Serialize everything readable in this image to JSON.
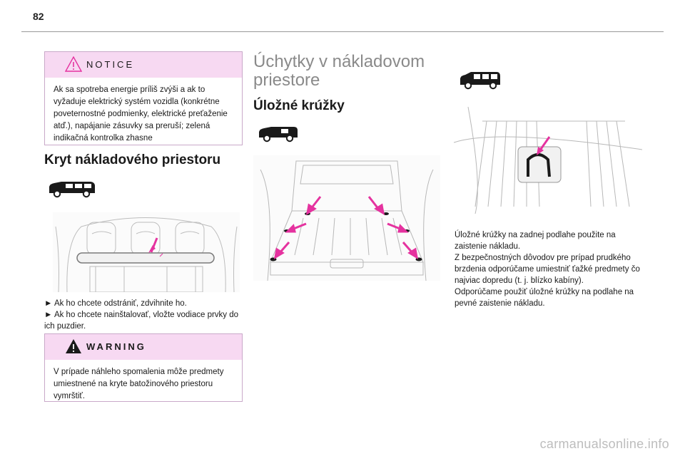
{
  "page": {
    "number": "82"
  },
  "notice": {
    "title": "NOTICE",
    "text": "Ak sa spotreba energie príliš zvýši a ak to vyžaduje elektrický systém vozidla (konkrétne poveternostné podmienky, elektrické preťaženie atď.), napájanie zásuvky sa preruší; zelená indikačná kontrolka zhasne"
  },
  "cover": {
    "heading": "Kryt nákladového priestoru",
    "instructions": [
      "► Ak ho chcete odstrániť, zdvihnite ho.",
      "► Ak ho chcete nainštalovať, vložte vodiace prvky do ich puzdier."
    ]
  },
  "warning": {
    "title": "WARNING",
    "text": "V prípade náhleho spomalenia môže predmety umiestnené na kryte batožinového priestoru vymrštiť."
  },
  "anchors": {
    "heading": "Úchytky v nákladovom priestore",
    "subheading": "Úložné krúžky",
    "text": [
      "Úložné krúžky na zadnej podlahe použite na zaistenie nákladu.",
      "Z bezpečnostných dôvodov pre prípad prudkého brzdenia odporúčame umiestniť ťažké predmety čo najviac dopredu (t. j. blízko kabíny).",
      "Odporúčame použiť úložné krúžky na podlahe na pevné zaistenie nákladu."
    ]
  },
  "watermark": "carmanualsonline.info",
  "colors": {
    "accent": "#e5329f",
    "box_header": "#f7d9f2",
    "box_border": "#c9a9c9"
  }
}
